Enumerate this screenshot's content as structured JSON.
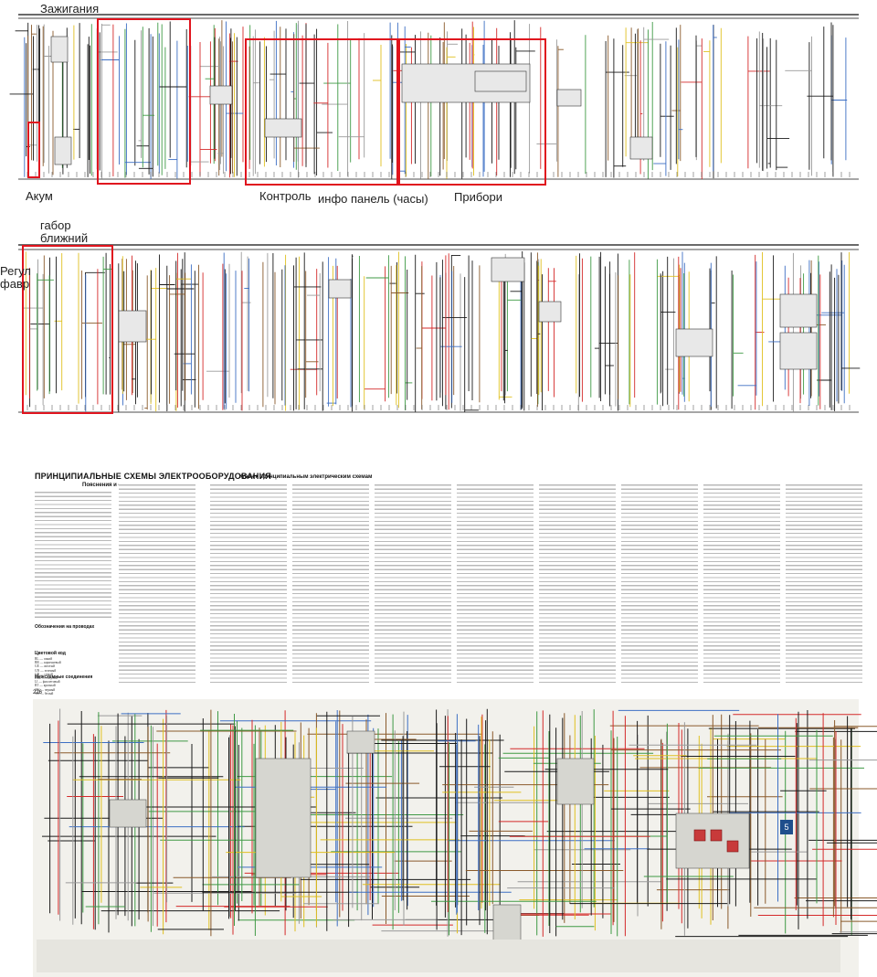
{
  "labels": {
    "ignition": "Зажигания",
    "battery": "Акум",
    "control": "Контроль",
    "info_panel": "инфо панель (часы)",
    "instruments": "Прибори",
    "parking_light": "габор ближний",
    "headlight_reg": "Регул фавр"
  },
  "document": {
    "title": "ПРИНЦИПИАЛЬНЫЕ СХЕМЫ ЭЛЕКТРООБОРУДОВАНИЯ",
    "abbrev_heading": "Пояснения и сокращения",
    "key_heading": "Ключ к принципиальным электрическим схемам",
    "wire_heading": "Обозначения на проводах",
    "color_heading": "Цветовой код",
    "connections_heading": "Межсхемные соединения",
    "page_number": "226",
    "colour_codes": [
      "BL — синий",
      "BR — коричневый",
      "GE — желтый",
      "GN — зеленый",
      "GR — серый",
      "HBL — голубой",
      "LI — фиолетовый",
      "RT — красный",
      "SW — черный",
      "WS — белый"
    ]
  },
  "colors": {
    "highlight": "#e0141e",
    "wire_black": "#1a1a1a",
    "wire_red": "#d42a2a",
    "wire_green": "#3f9a45",
    "wire_blue": "#3d6fc4",
    "wire_yellow": "#e0c020",
    "wire_brown": "#8a5a2b",
    "wire_grey": "#9a9a9a",
    "badge": "#1f4e8c"
  }
}
